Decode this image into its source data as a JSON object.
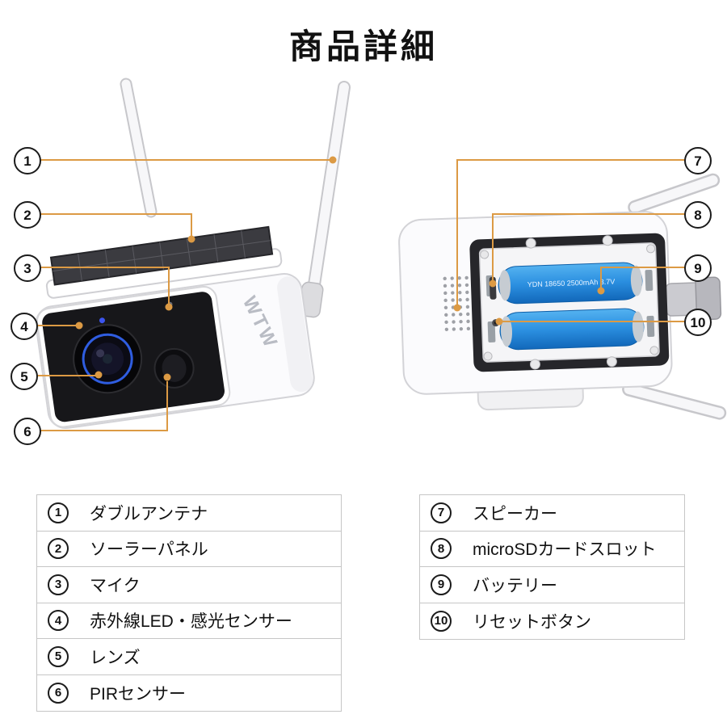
{
  "title": "商品詳細",
  "figure": {
    "brand": "WTW",
    "battery_label": "YDN 18650 2500mAh 3.7V"
  },
  "callouts": {
    "c1": "1",
    "c2": "2",
    "c3": "3",
    "c4": "4",
    "c5": "5",
    "c6": "6",
    "c7": "7",
    "c8": "8",
    "c9": "9",
    "c10": "10"
  },
  "legend_left": {
    "rows": [
      {
        "num": "1",
        "label": "ダブルアンテナ"
      },
      {
        "num": "2",
        "label": "ソーラーパネル"
      },
      {
        "num": "3",
        "label": "マイク"
      },
      {
        "num": "4",
        "label": "赤外線LED・感光センサー"
      },
      {
        "num": "5",
        "label": "レンズ"
      },
      {
        "num": "6",
        "label": "PIRセンサー"
      }
    ]
  },
  "legend_right": {
    "rows": [
      {
        "num": "7",
        "label": "スピーカー"
      },
      {
        "num": "8",
        "label": "microSDカードスロット"
      },
      {
        "num": "9",
        "label": "バッテリー"
      },
      {
        "num": "10",
        "label": "リセットボタン"
      }
    ]
  },
  "colors": {
    "callout_line": "#dc9a44",
    "battery_blue": "#2b8fe0",
    "lens_ring_blue": "#2f5de0",
    "body_white": "#fbfbfd"
  }
}
